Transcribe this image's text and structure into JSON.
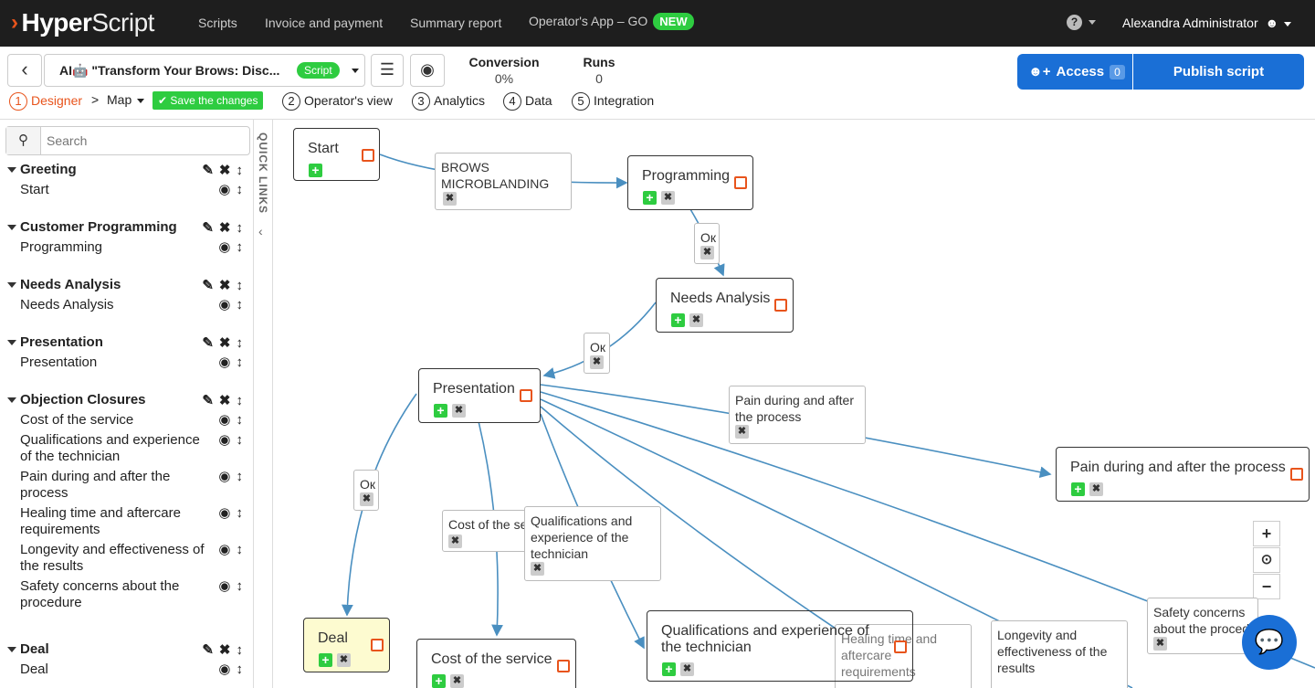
{
  "topbar": {
    "logo_bold": "Hyper",
    "logo_light": "Script",
    "nav": [
      "Scripts",
      "Invoice and payment",
      "Summary report",
      "Operator's App – GO"
    ],
    "new_badge": "NEW",
    "help": "?",
    "user": "Alexandra Administrator"
  },
  "toolbar": {
    "back": "‹",
    "script_title": "AI🤖 \"Transform Your Brows: Disc...",
    "script_badge": "Script",
    "menu_icon": "☰",
    "target_icon": "◉",
    "conversion_label": "Conversion",
    "conversion_value": "0%",
    "runs_label": "Runs",
    "runs_value": "0",
    "access_label": "Access",
    "access_count": "0",
    "publish_label": "Publish script",
    "steps": [
      {
        "num": "1",
        "label": "Designer"
      },
      {
        "num": "2",
        "label": "Operator's view"
      },
      {
        "num": "3",
        "label": "Analytics"
      },
      {
        "num": "4",
        "label": "Data"
      },
      {
        "num": "5",
        "label": "Integration"
      }
    ],
    "map_label": "Map",
    "save_label": "Save the changes",
    "breadcrumb_sep": ">"
  },
  "sidebar": {
    "search_placeholder": "Search",
    "groups": [
      {
        "title": "Greeting",
        "items": [
          "Start"
        ]
      },
      {
        "title": "Customer Programming",
        "items": [
          "Programming"
        ]
      },
      {
        "title": "Needs Analysis",
        "items": [
          "Needs Analysis"
        ]
      },
      {
        "title": "Presentation",
        "items": [
          "Presentation"
        ]
      },
      {
        "title": "Objection Closures",
        "items": [
          "Cost of the service",
          "Qualifications and experience of the technician",
          "Pain during and after the process",
          "Healing time and aftercare requirements",
          "Longevity and effectiveness of the results",
          "Safety concerns about the procedure"
        ]
      },
      {
        "title": "Deal",
        "items": [
          "Deal"
        ]
      }
    ]
  },
  "quicklinks": {
    "label": "QUICK LINKS"
  },
  "canvas": {
    "nodes": {
      "start": "Start",
      "programming": "Programming",
      "needs": "Needs Analysis",
      "presentation": "Presentation",
      "pain": "Pain during and after the process",
      "deal": "Deal",
      "cost": "Cost of the service",
      "qual": "Qualifications and experience of the technician"
    },
    "edges": {
      "brows": "BROWS MICROBLANDING",
      "ok1": "Ок",
      "ok2": "Ок",
      "ok3": "Ок",
      "pain": "Pain during and after the process",
      "cost": "Cost of the se",
      "qual": "Qualifications and experience of the technician",
      "healing": "Healing time and aftercare requirements",
      "longevity": "Longevity and effectiveness of the results",
      "safety": "Safety concerns about the proced"
    },
    "zoom": [
      "+",
      "⊙",
      "−"
    ]
  },
  "colors": {
    "accent": "#e8541c",
    "primary": "#1a6fd6",
    "success": "#2ecc40",
    "topbar": "#1e1e1e",
    "edge": "#4a8fc0"
  }
}
